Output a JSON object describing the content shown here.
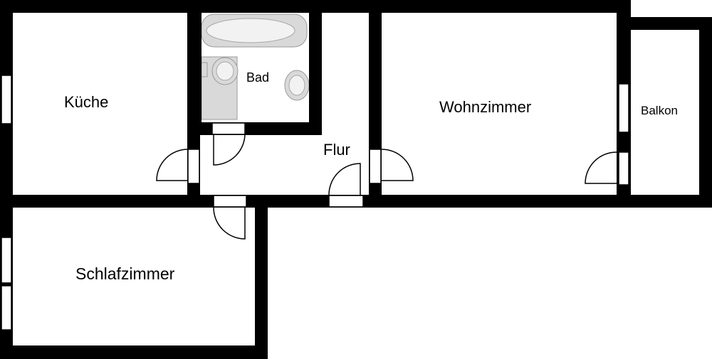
{
  "rooms": {
    "kueche": "Küche",
    "bad": "Bad",
    "flur": "Flur",
    "wohnzimmer": "Wohnzimmer",
    "balkon": "Balkon",
    "schlafzimmer": "Schlafzimmer"
  },
  "colors": {
    "wall": "#000000",
    "background": "#ffffff",
    "fixture": "#d9d9d9"
  }
}
